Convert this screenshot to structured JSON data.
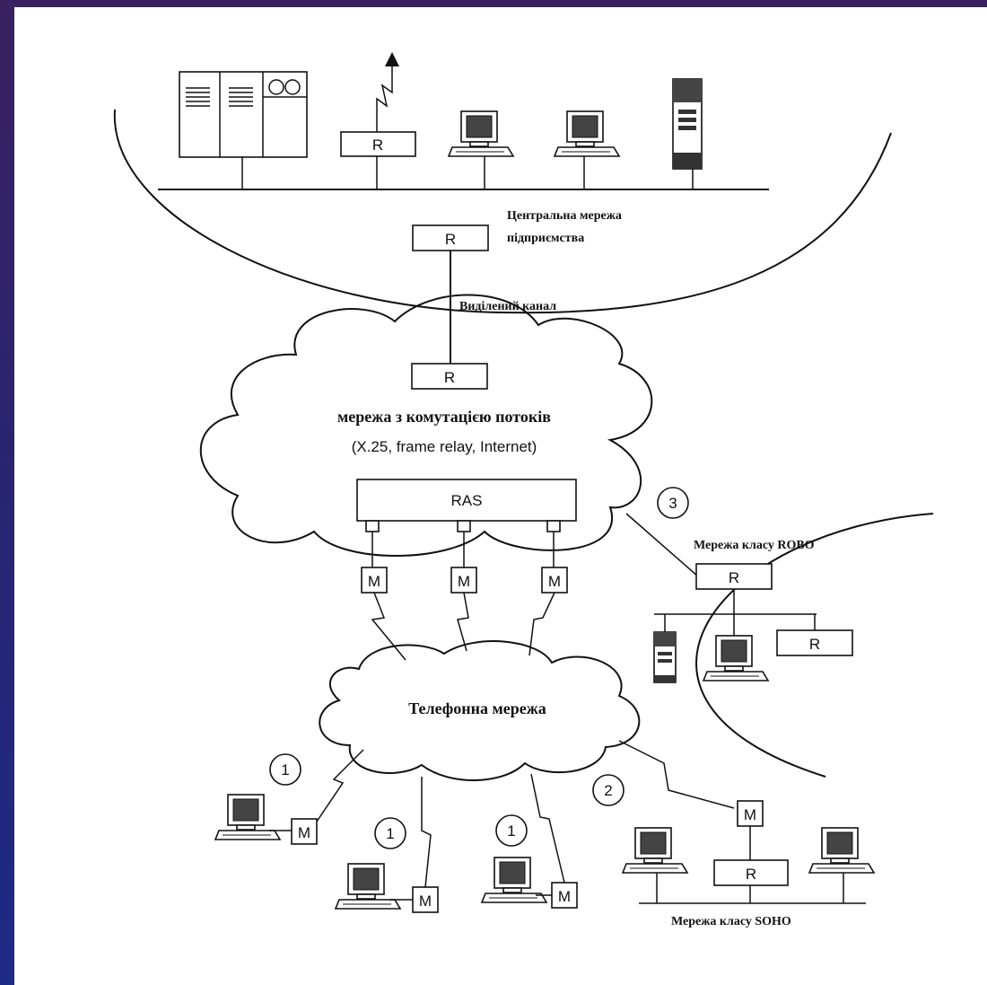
{
  "central_network": {
    "line1": "Центральна мережа",
    "line2": "підприємства"
  },
  "dedicated_channel": "Виділений канал",
  "switched_network": {
    "title": "мережа з комутацією потоків",
    "subtitle": "(X.25, frame relay, Internet)"
  },
  "ras_label": "RAS",
  "router_label": "R",
  "modem_label": "M",
  "phone_network": "Телефонна мережа",
  "robo_network": "Мережа класу ROBO",
  "soho_network": "Мережа класу SOHO",
  "markers": {
    "one": "1",
    "two": "2",
    "three": "3"
  }
}
